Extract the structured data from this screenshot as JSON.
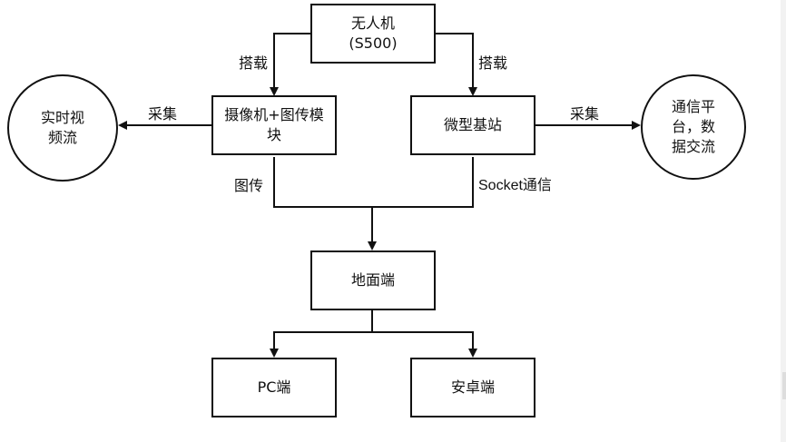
{
  "diagram": {
    "nodes": {
      "drone": {
        "line1": "无人机",
        "line2": "(S500)"
      },
      "camera": {
        "line1": "摄像机+图传模",
        "line2": "块"
      },
      "station": {
        "label": "微型基站"
      },
      "ground": {
        "label": "地面端"
      },
      "pc": {
        "label": "PC端"
      },
      "android": {
        "label": "安卓端"
      },
      "video": {
        "line1": "实时视",
        "line2": "频流"
      },
      "platform": {
        "line1": "通信平",
        "line2": "台，数",
        "line3": "据交流"
      }
    },
    "edge_labels": {
      "mount_left": "搭载",
      "mount_right": "搭载",
      "collect_left": "采集",
      "collect_right": "采集",
      "transmit": "图传",
      "socket": "Socket通信"
    }
  }
}
